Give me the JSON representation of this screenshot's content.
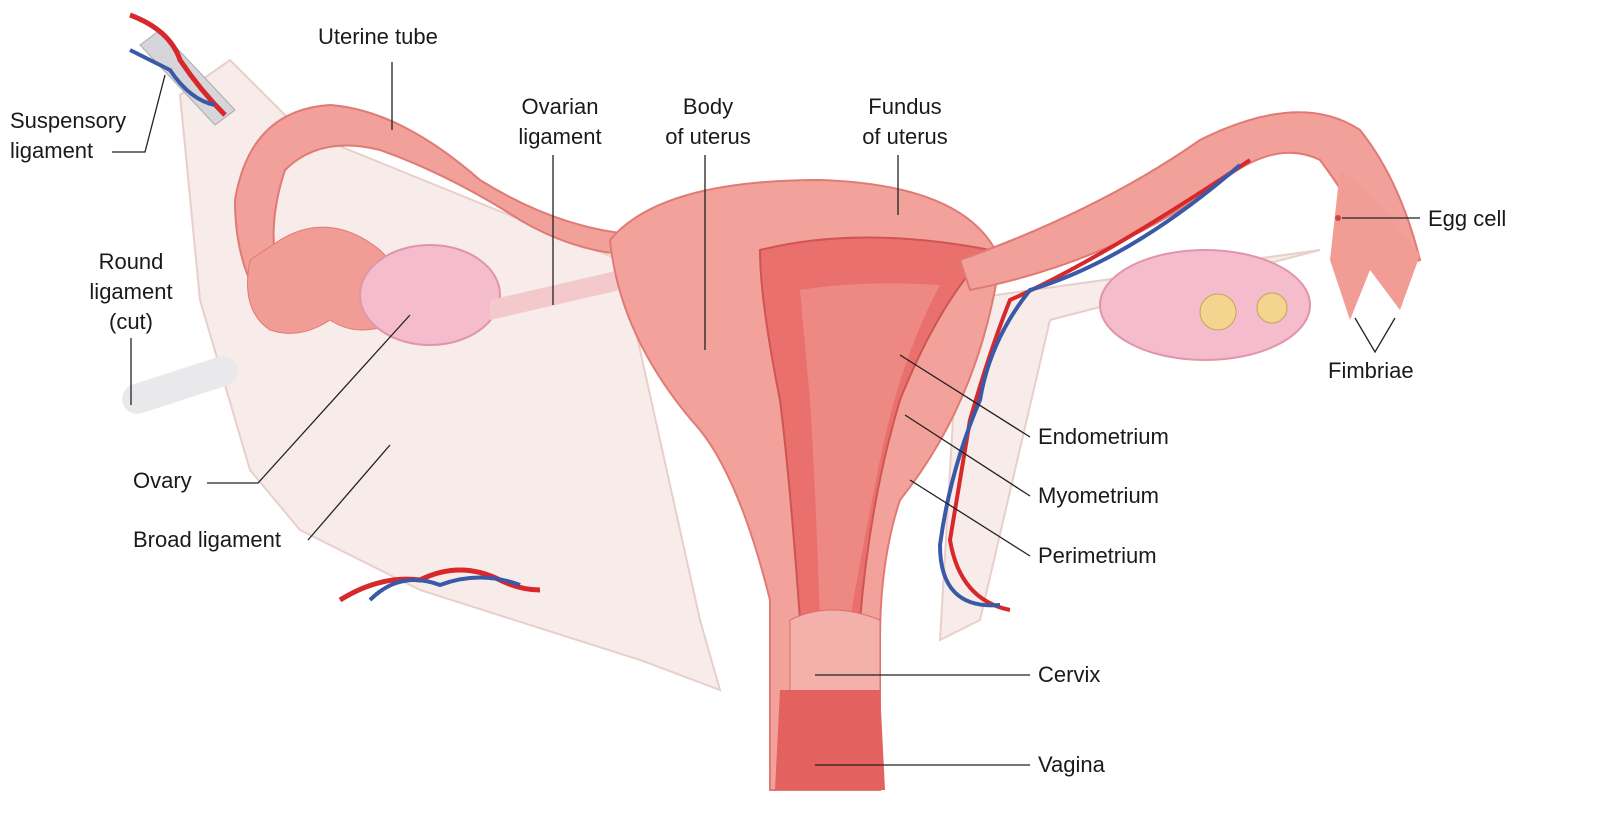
{
  "labels": {
    "uterine_tube": "Uterine tube",
    "suspensory_1": "Suspensory",
    "suspensory_2": "ligament",
    "ovarian_1": "Ovarian",
    "ovarian_2": "ligament",
    "body_1": "Body",
    "body_2": "of uterus",
    "fundus_1": "Fundus",
    "fundus_2": "of uterus",
    "egg_cell": "Egg cell",
    "round_1": "Round",
    "round_2": "ligament",
    "round_3": "(cut)",
    "fimbriae": "Fimbriae",
    "ovary": "Ovary",
    "broad_ligament": "Broad ligament",
    "endometrium": "Endometrium",
    "myometrium": "Myometrium",
    "perimetrium": "Perimetrium",
    "cervix": "Cervix",
    "vagina": "Vagina"
  },
  "colors": {
    "tissue": "#f2a09a",
    "tissue_dark": "#e0736e",
    "ligament": "#f6ebe8",
    "artery": "#d8282b",
    "vein": "#3a5aa8",
    "ovary": "#f4bccd"
  }
}
